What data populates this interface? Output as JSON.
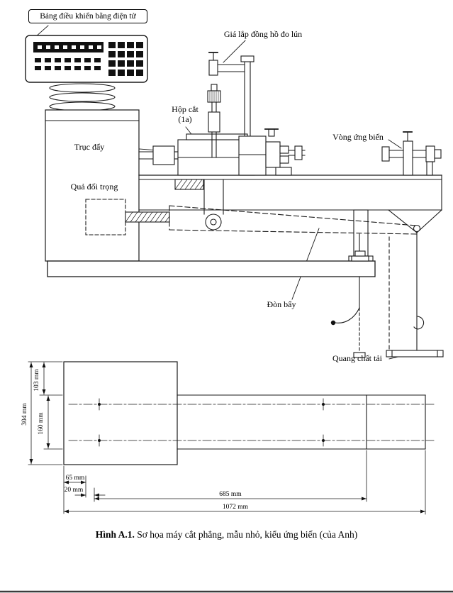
{
  "figure": {
    "caption_label": "Hình A.1.",
    "caption_text": "Sơ họa máy cắt phẳng, mẫu nhỏ, kiểu ứng biến (của Anh)"
  },
  "machine_labels": {
    "control_panel": "Bảng điều khiển bằng điện tử",
    "gauge_mount": "Giá lắp đồng hồ đo lún",
    "shear_box_line1": "Hộp cắt",
    "shear_box_line2": "(1a)",
    "push_shaft": "Trục đẩy",
    "strain_ring": "Vòng ứng biến",
    "counterweight": "Quả đối trọng",
    "lever": "Đòn bẩy",
    "load_hanger": "Quang chất tải"
  },
  "plan_dimensions": {
    "height_top": "103 mm",
    "height_bar": "160 mm",
    "height_total": "304 mm",
    "offset_left": "65 mm",
    "offset_small": "20 mm",
    "length_inner": "685 mm",
    "length_total": "1072 mm"
  }
}
